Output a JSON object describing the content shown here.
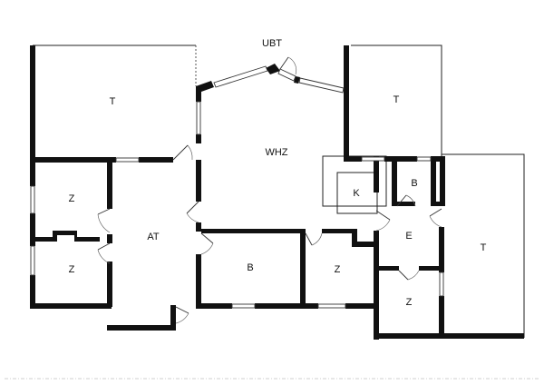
{
  "floor_plan": {
    "rooms": [
      {
        "key": "T_left",
        "label": "T"
      },
      {
        "key": "UBT",
        "label": "UBT"
      },
      {
        "key": "T_top_right",
        "label": "T"
      },
      {
        "key": "WHZ",
        "label": "WHZ"
      },
      {
        "key": "Z_1",
        "label": "Z"
      },
      {
        "key": "Z_2",
        "label": "Z"
      },
      {
        "key": "AT",
        "label": "AT"
      },
      {
        "key": "K",
        "label": "K"
      },
      {
        "key": "B_small",
        "label": "B"
      },
      {
        "key": "E",
        "label": "E"
      },
      {
        "key": "T_right",
        "label": "T"
      },
      {
        "key": "B_bath",
        "label": "B"
      },
      {
        "key": "Z_3",
        "label": "Z"
      },
      {
        "key": "Z_4",
        "label": "Z"
      }
    ]
  }
}
